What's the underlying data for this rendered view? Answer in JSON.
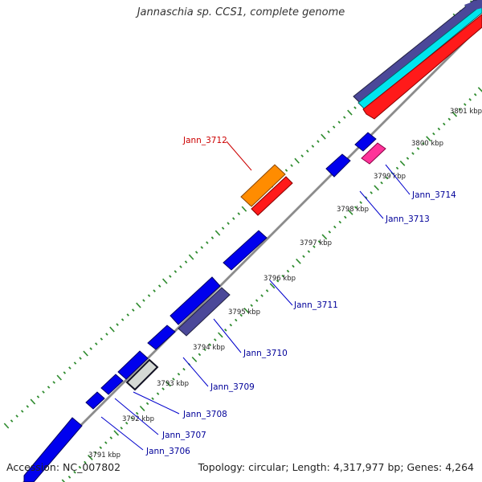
{
  "title": "Jannaschia sp. CCS1, complete genome",
  "footer": {
    "accession": "Accession: NC_007802",
    "summary": "Topology: circular; Length: 4,317,977 bp; Genes: 4,264"
  },
  "colors": {
    "cds_forward": "#0000ee",
    "cds_dark": "#4b4899",
    "trna": "#ff8c00",
    "rrna": "#ff1a1a",
    "misc": "#ff3399",
    "cyan_band": "#00e5ee",
    "backbone": "#888888",
    "ticks": "#2e8b2e",
    "label_blue": "#000099",
    "label_red": "#cc0000"
  },
  "kbp_labels": [
    "3791 kbp",
    "3792 kbp",
    "3793 kbp",
    "3794 kbp",
    "3795 kbp",
    "3796 kbp",
    "3797 kbp",
    "3798 kbp",
    "3799 kbp",
    "3800 kbp",
    "3801 kbp"
  ],
  "gene_labels": [
    "Jann_3706",
    "Jann_3707",
    "Jann_3708",
    "Jann_3709",
    "Jann_3710",
    "Jann_3711",
    "Jann_3712",
    "Jann_3713",
    "Jann_3714"
  ]
}
